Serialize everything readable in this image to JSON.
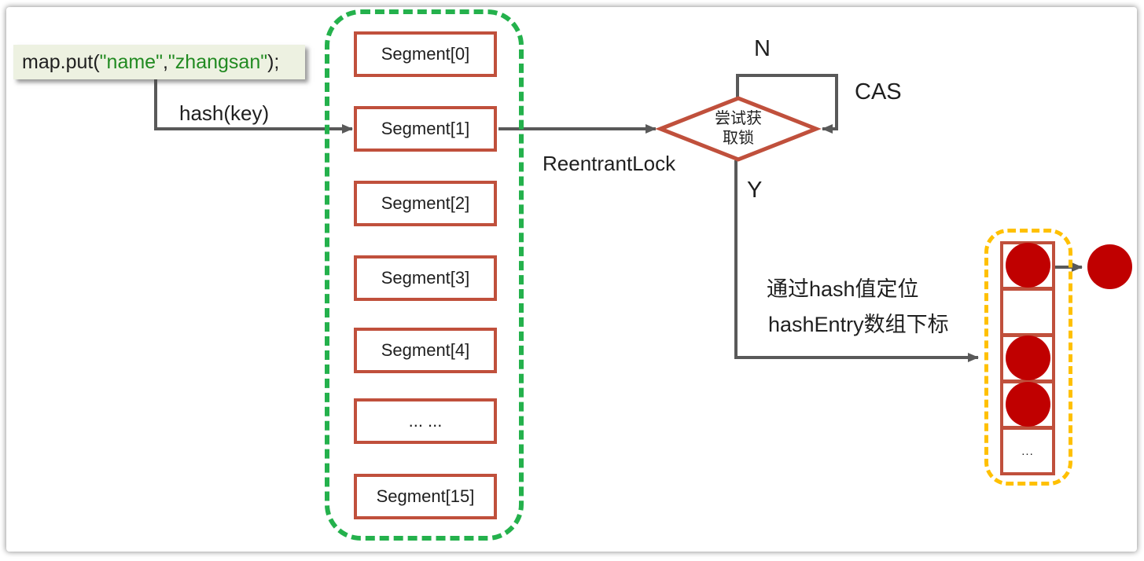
{
  "colors": {
    "connector_line": "#595959",
    "shape_border_red": "#c0503c",
    "segment_container_dash_green": "#24b14c",
    "entry_container_dash_orange": "#ffc000",
    "entry_node_red": "#c00000",
    "code_box_background": "#edf1e1",
    "code_string_green": "#218a21"
  },
  "code": {
    "prefix": "map.put(",
    "key": "\"name\"",
    "comma": ",",
    "value": "\"zhangsan\"",
    "suffix": ");"
  },
  "labels": {
    "hash": "hash(key)",
    "reentrant_lock": "ReentrantLock",
    "no": "N",
    "cas": "CAS",
    "yes": "Y",
    "locate_line1": "通过hash值定位",
    "locate_line2": "hashEntry数组下标"
  },
  "decision": {
    "line1": "尝试获",
    "line2": "取锁"
  },
  "segments": [
    {
      "label": "Segment[0]"
    },
    {
      "label": "Segment[1]"
    },
    {
      "label": "Segment[2]"
    },
    {
      "label": "Segment[3]"
    },
    {
      "label": "Segment[4]"
    },
    {
      "label": "... ..."
    },
    {
      "label": "Segment[15]"
    }
  ],
  "hash_entry_array": {
    "ellipsis_label": "...",
    "cells": [
      {
        "index": 0,
        "state": "filled",
        "has_next_node": true
      },
      {
        "index": 1,
        "state": "empty"
      },
      {
        "index": 2,
        "state": "filled"
      },
      {
        "index": 3,
        "state": "filled"
      },
      {
        "index": 4,
        "state": "ellipsis"
      }
    ]
  }
}
